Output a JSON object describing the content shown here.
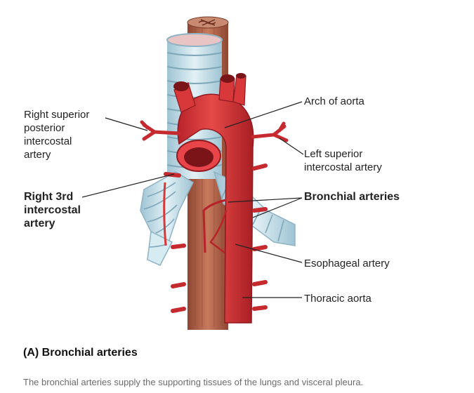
{
  "labels": {
    "right_superior_posterior": [
      "Right superior",
      "posterior",
      "intercostal",
      "artery"
    ],
    "right_3rd": [
      "Right 3rd",
      "intercostal",
      "artery"
    ],
    "arch_of_aorta": "Arch of aorta",
    "left_superior": [
      "Left superior",
      "intercostal artery"
    ],
    "bronchial_arteries": "Bronchial arteries",
    "esophageal_artery": "Esophageal artery",
    "thoracic_aorta": "Thoracic aorta"
  },
  "figure_title": "(A) Bronchial arteries",
  "caption": "The bronchial arteries supply the supporting tissues of the lungs and visceral pleura.",
  "colors": {
    "aorta": "#d9383a",
    "esophagus": "#b4614a",
    "trachea": "#c9e2ec"
  }
}
